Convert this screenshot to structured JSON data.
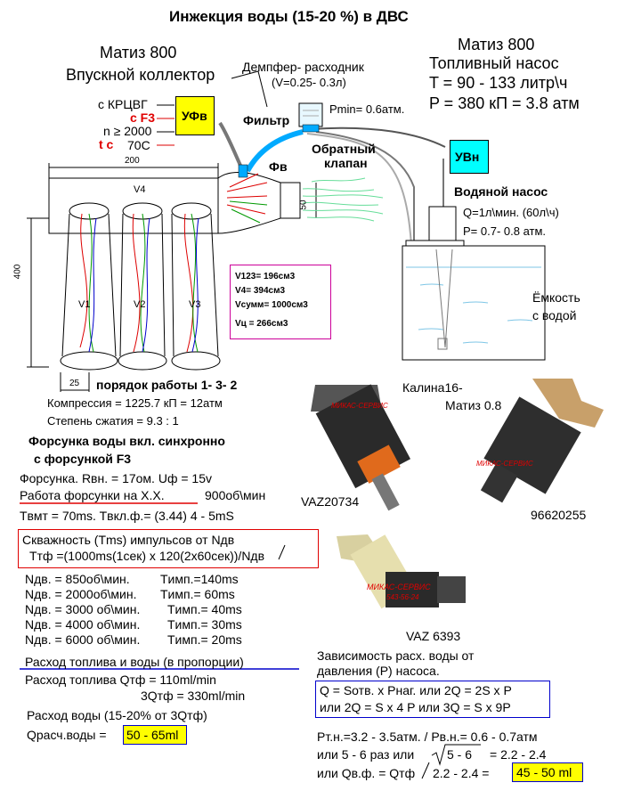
{
  "title": "Инжекция воды (15-20 %) в  ДВС",
  "left_header": {
    "line1": "Матиз 800",
    "line2": "Впускной коллектор"
  },
  "damper": {
    "line1": "Демпфер- расходник",
    "line2": "(V=0.25- 0.3л)",
    "pmin": "Pmin= 0.6атм."
  },
  "right_header": {
    "line1": "Матиз 800",
    "line2": "Топливный насос",
    "line3": "T =  90 - 133 литр\\ч",
    "line4": "P = 380 кП = 3.8 атм"
  },
  "controller_inputs": {
    "krcvg": "с КРЦВГ",
    "cf3": "с F3",
    "n": "n ≥ 2000",
    "tc": "t c",
    "temp": "70С"
  },
  "blocks": {
    "ufv": "УФв",
    "uvn": "УВн"
  },
  "labels": {
    "filter": "Фильтр",
    "fv": "Фв",
    "check_valve_1": "Обратный",
    "check_valve_2": "клапан",
    "dim_200": "200",
    "dim_400": "400",
    "dim_50": "50",
    "dim_25": "25",
    "v4": "V4",
    "v1": "V1",
    "v2": "V2",
    "v3": "V3"
  },
  "pump": {
    "title": "Водяной насос",
    "q": "Q=1л\\мин. (60л\\ч)",
    "p": "P= 0.7- 0.8 атм."
  },
  "tank": {
    "line1": "Ёмкость",
    "line2": "с водой"
  },
  "volumes": {
    "v123": "V123= 196см3",
    "v4": "V4= 394см3",
    "vsum": "Vсумм= 1000см3",
    "vc": "Vц = 266см3"
  },
  "engine": {
    "order": "порядок работы 1- 3- 2",
    "compression": "Компрессия = 1225.7 кП = 12атм",
    "ratio": "Степень сжатия = 9.3 : 1",
    "sync_1": "Форсунка воды вкл. синхронно",
    "sync_2": "с  форсункой F3"
  },
  "injector_specs": {
    "line1": "Форсунка. Rвн. = 17ом. Uф = 15v",
    "idle_label": "Работа форсунки на Х.Х.",
    "idle_value": "900об\\мин",
    "line3": "Tвмт = 70ms. Tвкл.ф.= (3.44) 4 - 5mS"
  },
  "duty": {
    "line1": "Скважность (Tms) импульсов от Nдв",
    "line2": "Tтф =(1000ms(1сек) х 120(2х60сек))/Nдв"
  },
  "rpm_table": [
    {
      "n": "Nдв. = 850об\\мин.",
      "t": "Tимп.=140ms"
    },
    {
      "n": "Nдв. = 2000об\\мин.",
      "t": "Tимп.= 60ms"
    },
    {
      "n": "Nдв. = 3000 об\\мин.",
      "t": "Tимп.= 40ms"
    },
    {
      "n": "Nдв. = 4000 об\\мин.",
      "t": "Tимп.= 30ms"
    },
    {
      "n": "Nдв. = 6000 об\\мин.",
      "t": "Tимп.= 20ms"
    }
  ],
  "consumption": {
    "heading": "Расход топлива и воды (в пропорции)",
    "fuel_1": "Расход топлива  Qтф = 110ml/min",
    "fuel_2": "3Qтф = 330ml/min",
    "water": "Расход воды (15-20% от  3Qтф)",
    "calc_label": "Qрасч.воды =",
    "calc_value": "50 - 65ml"
  },
  "injectors": {
    "kalina": "Калина16-",
    "matiz": "Матиз 0.8",
    "vaz20734": "VAZ20734",
    "p96620255": "96620255",
    "vaz6393": "VAZ 6393",
    "watermark": "МИКАС-СЕРВИС",
    "watermark_phone": "543-56-24"
  },
  "dependency": {
    "line1": "Зависимость расх. воды от",
    "line2": "давления (P) насоса.",
    "formula1": "Q = Sотв. х Pнаг. или 2Q = 2S х P",
    "formula2": "или 2Q = S х 4 P  или 3Q = S х 9P"
  },
  "pressure": {
    "line1": "Pт.н.=3.2 - 3.5атм. / Pв.н.= 0.6 - 0.7атм",
    "line2a": "или 5 - 6 раз  или",
    "line2b": "5 - 6",
    "line2c": "=  2.2 - 2.4",
    "line3a": "или Qв.ф. = Qтф",
    "line3b": "2.2 - 2.4 =",
    "line3c": "45 - 50 ml"
  },
  "colors": {
    "yellow": "#ffff00",
    "red": "#e00000",
    "blue": "#0000cc",
    "cyan_block": "#00ffff",
    "pipe_blue": "#00aaff",
    "magenta": "#cc0099"
  }
}
